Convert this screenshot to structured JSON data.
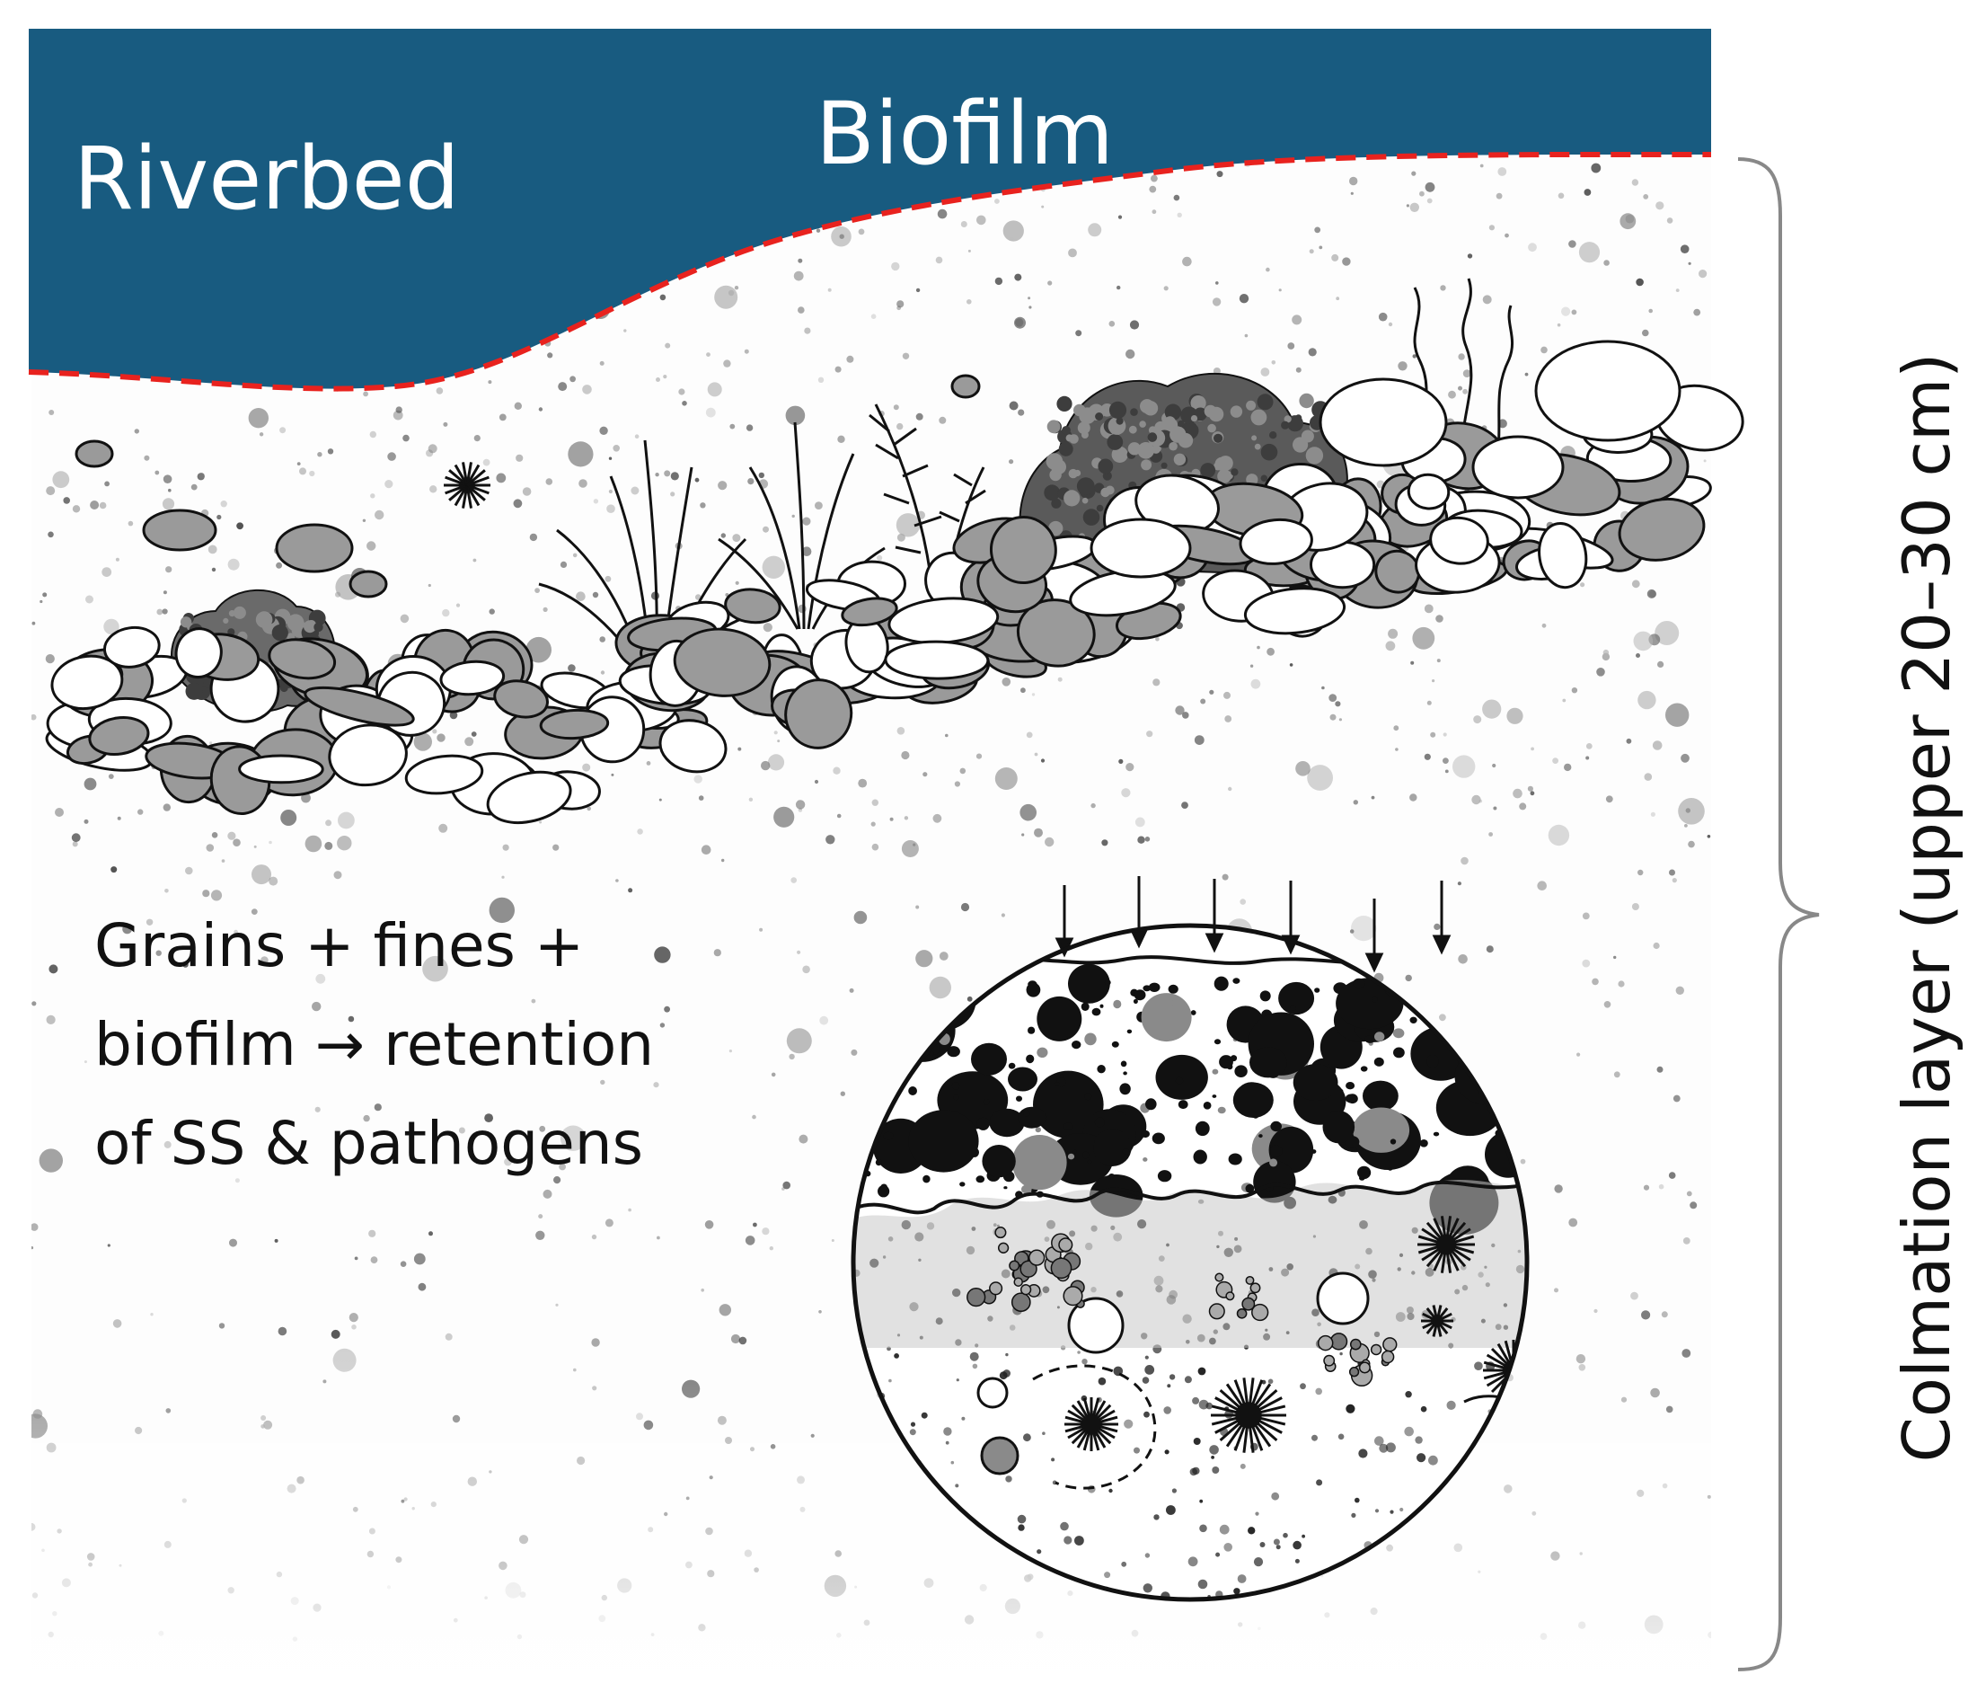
{
  "labels": {
    "riverbed": "Riverbed",
    "biofilm": "Biofilm",
    "description_lines": [
      "Grains + fines +",
      "biofilm → retention",
      "of SS & pathogens"
    ],
    "colmation": "Colmation layer (upper 20–30 cm)"
  },
  "colors": {
    "water": "#185b80",
    "interface_line": "#e8221e",
    "ink": "#111111",
    "pebble_grey": "#9a9a9a",
    "pebble_light": "#ffffff",
    "moss": "#6e6e6e",
    "bracket": "#888888"
  }
}
